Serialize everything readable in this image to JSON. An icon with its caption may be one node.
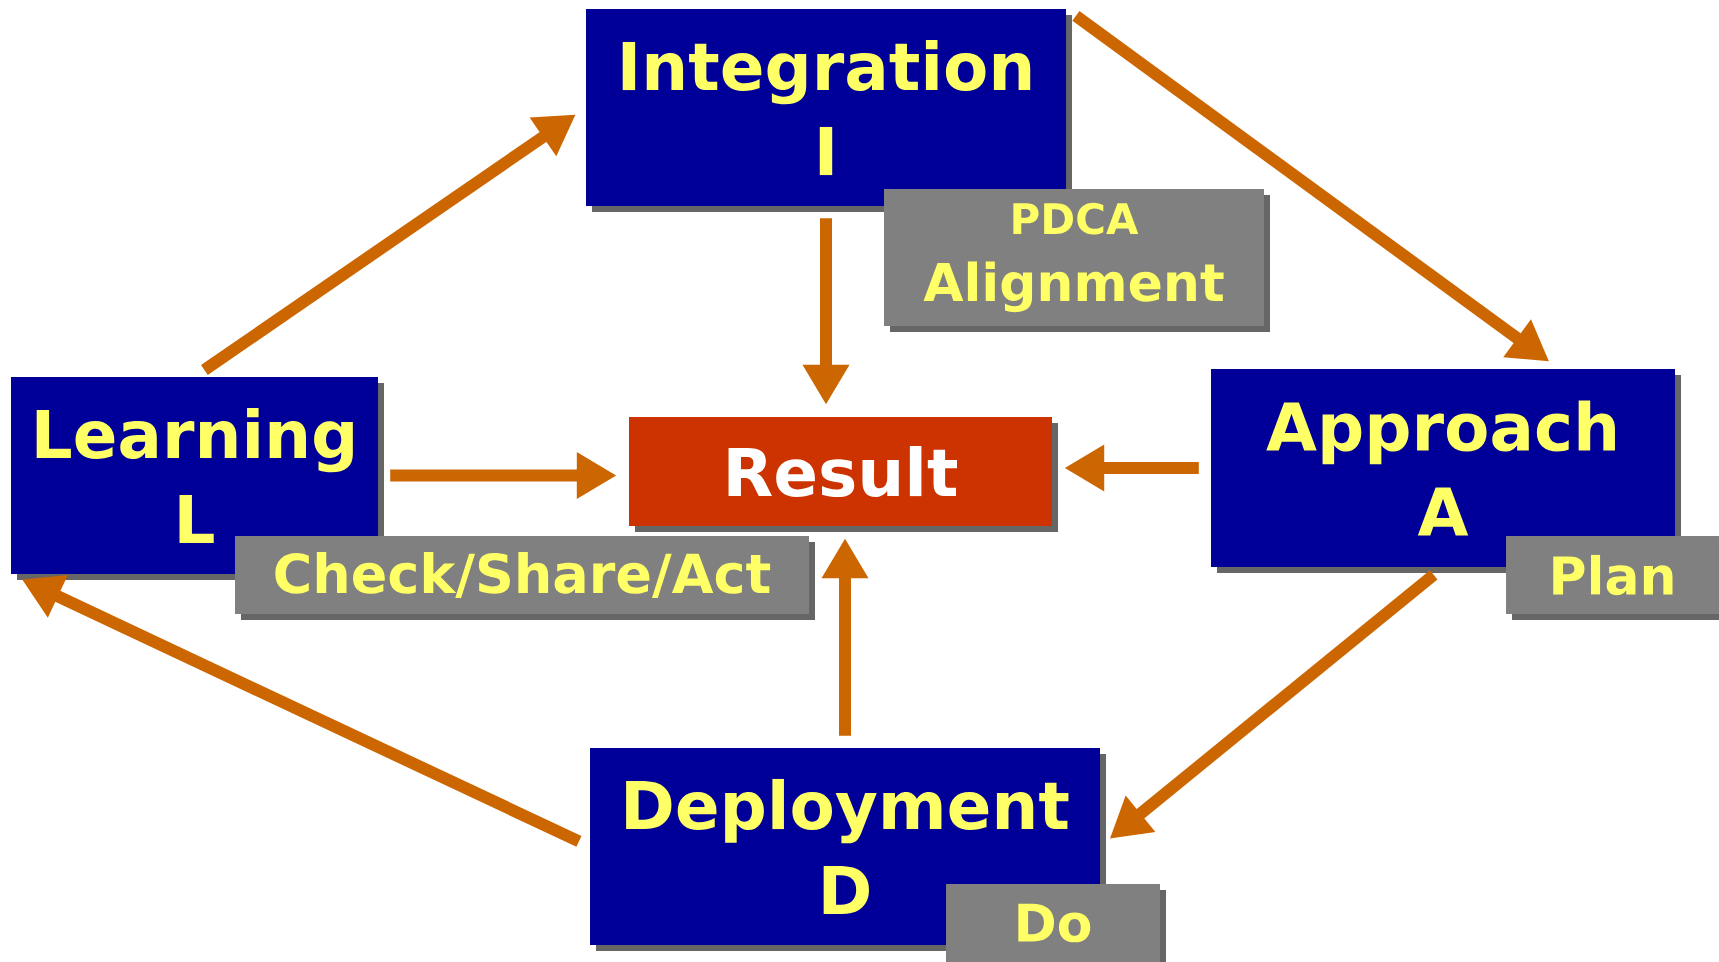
{
  "diagram": {
    "nodes": [
      {
        "text": [
          "Integration",
          "I"
        ]
      },
      {
        "text": [
          "PDCA",
          "Alignment"
        ]
      },
      {
        "text": [
          "Learning",
          "L"
        ]
      },
      {
        "text": [
          "Result"
        ]
      },
      {
        "text": [
          "Approach",
          "A"
        ]
      },
      {
        "text": [
          "Check/Share/Act"
        ]
      },
      {
        "text": [
          "Plan"
        ]
      },
      {
        "text": [
          "Deployment",
          "D"
        ]
      },
      {
        "text": [
          "Do"
        ]
      }
    ],
    "edges": [
      {
        "from": 2,
        "to": 0,
        "arrow": "to"
      },
      {
        "from": 0,
        "to": 4,
        "arrow": "to"
      },
      {
        "from": 4,
        "to": 7,
        "arrow": "to"
      },
      {
        "from": 7,
        "to": 2,
        "arrow": "to"
      },
      {
        "from": 0,
        "to": 3,
        "arrow": "to"
      },
      {
        "from": 4,
        "to": 3,
        "arrow": "to"
      },
      {
        "from": 7,
        "to": 3,
        "arrow": "to"
      },
      {
        "from": 2,
        "to": 3,
        "arrow": "to"
      }
    ]
  }
}
